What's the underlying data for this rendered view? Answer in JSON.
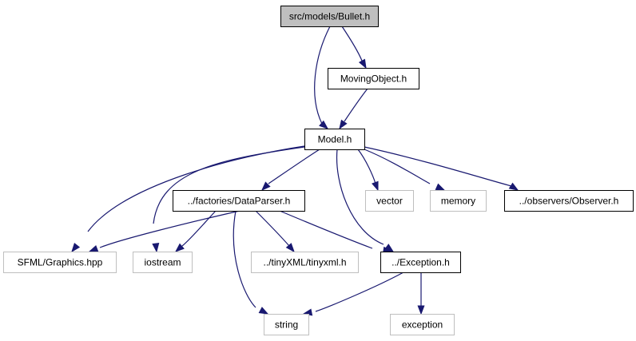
{
  "graph": {
    "nodes": [
      {
        "id": "bullet",
        "label": "src/models/Bullet.h",
        "style": "root"
      },
      {
        "id": "moving",
        "label": "MovingObject.h",
        "style": "documented"
      },
      {
        "id": "model",
        "label": "Model.h",
        "style": "documented"
      },
      {
        "id": "dataparser",
        "label": "../factories/DataParser.h",
        "style": "documented"
      },
      {
        "id": "vector",
        "label": "vector",
        "style": "system"
      },
      {
        "id": "memory",
        "label": "memory",
        "style": "system"
      },
      {
        "id": "observer",
        "label": "../observers/Observer.h",
        "style": "documented"
      },
      {
        "id": "sfml",
        "label": "SFML/Graphics.hpp",
        "style": "system"
      },
      {
        "id": "iostream",
        "label": "iostream",
        "style": "system"
      },
      {
        "id": "tinyxml",
        "label": "../tinyXML/tinyxml.h",
        "style": "system"
      },
      {
        "id": "exception_h",
        "label": "../Exception.h",
        "style": "documented"
      },
      {
        "id": "string",
        "label": "string",
        "style": "system"
      },
      {
        "id": "exception",
        "label": "exception",
        "style": "system"
      }
    ],
    "edges": [
      {
        "from": "bullet",
        "to": "moving"
      },
      {
        "from": "bullet",
        "to": "model"
      },
      {
        "from": "moving",
        "to": "model"
      },
      {
        "from": "model",
        "to": "dataparser"
      },
      {
        "from": "model",
        "to": "vector"
      },
      {
        "from": "model",
        "to": "memory"
      },
      {
        "from": "model",
        "to": "observer"
      },
      {
        "from": "model",
        "to": "sfml"
      },
      {
        "from": "model",
        "to": "iostream"
      },
      {
        "from": "model",
        "to": "exception_h"
      },
      {
        "from": "dataparser",
        "to": "sfml"
      },
      {
        "from": "dataparser",
        "to": "iostream"
      },
      {
        "from": "dataparser",
        "to": "tinyxml"
      },
      {
        "from": "dataparser",
        "to": "exception_h"
      },
      {
        "from": "dataparser",
        "to": "string"
      },
      {
        "from": "exception_h",
        "to": "string"
      },
      {
        "from": "exception_h",
        "to": "exception"
      }
    ],
    "colors": {
      "edge": "#191970",
      "root_fill": "#bfbfbf",
      "documented_border": "#000000",
      "system_border": "#bfbfbf"
    }
  }
}
